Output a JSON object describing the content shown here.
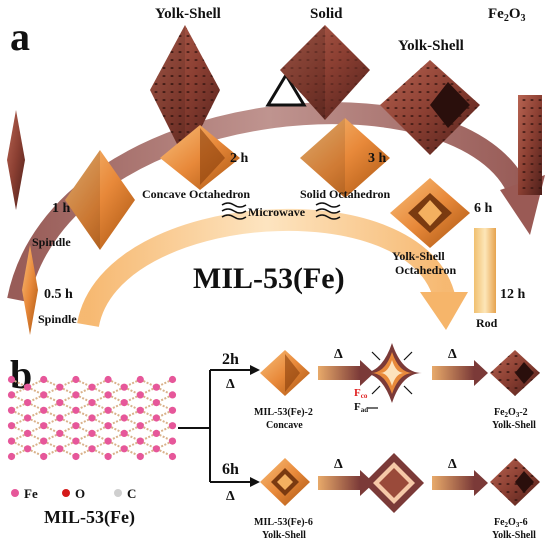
{
  "panel_a": {
    "label": "a",
    "top_labels": {
      "yolk_shell": "Yolk-Shell",
      "solid": "Solid",
      "fe2o3_base": "Fe",
      "fe2o3_sub2": "2",
      "fe2o3_o": "O",
      "fe2o3_sub3": "3",
      "yolk_shell_right": "Yolk-Shell"
    },
    "heat_symbol": "△",
    "times": {
      "t1": "1 h",
      "t2": "2 h",
      "t3": "3 h",
      "t6": "6 h",
      "t05": "0.5 h",
      "t12": "12 h"
    },
    "shape_labels": {
      "concave": "Concave Octahedron",
      "solid": "Solid Octahedron",
      "spindle_upper": "Spindle",
      "spindle_lower": "Spindle",
      "yolk_shell_line1": "Yolk-Shell",
      "yolk_shell_line2": "Octahedron",
      "rod": "Rod"
    },
    "microwave": "Microwave",
    "center_title": "MIL-53(Fe)"
  },
  "panel_b": {
    "label": "b",
    "framework_name": "MIL-53(Fe)",
    "legend": {
      "fe": "Fe",
      "o": "O",
      "c": "C"
    },
    "branches": {
      "top": {
        "time": "2h",
        "delta": "Δ",
        "arrow1": "Δ",
        "arrow2": "Δ",
        "sample_line1": "MIL-53(Fe)-2",
        "sample_line2": "Concave",
        "product_base": "Fe",
        "product_sub2": "2",
        "product_o": "O",
        "product_sub3": "3",
        "product_suffix": "-2",
        "product_line2": "Yolk-Shell",
        "force_co": "F",
        "force_co_sub": "co",
        "force_ad": "F",
        "force_ad_sub": "ad"
      },
      "bottom": {
        "time": "6h",
        "delta": "Δ",
        "arrow1": "Δ",
        "arrow2": "Δ",
        "sample_line1": "MIL-53(Fe)-6",
        "sample_line2": "Yolk-Shell",
        "product_base": "Fe",
        "product_sub2": "2",
        "product_o": "O",
        "product_sub3": "3",
        "product_suffix": "-6",
        "product_line2": "Yolk-Shell"
      }
    }
  },
  "colors": {
    "orange": "#e8893a",
    "orange_light": "#f6b56a",
    "oxide": "#8b3f32",
    "oxide_dark": "#5a2620",
    "arc": "#a66a63",
    "fe_dot": "#e6579a",
    "o_dot": "#d41a1a",
    "c_dot": "#cfcfcf",
    "link": "#d9b28a",
    "red_force": "#e02020"
  }
}
